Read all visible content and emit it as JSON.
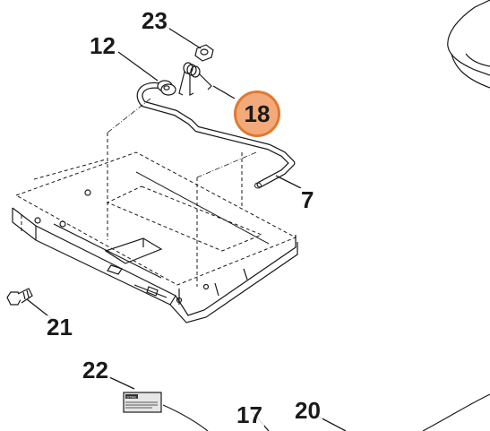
{
  "callouts": {
    "c23": "23",
    "c12": "12",
    "c18": "18",
    "c7": "7",
    "c21": "21",
    "c22": "22",
    "c17": "17",
    "c20": "20"
  },
  "decal": {
    "brand": "STIHL"
  },
  "colors": {
    "line": "#1a1a1a",
    "highlight_fill": "#f3aa7a",
    "highlight_border": "#e07a30"
  }
}
